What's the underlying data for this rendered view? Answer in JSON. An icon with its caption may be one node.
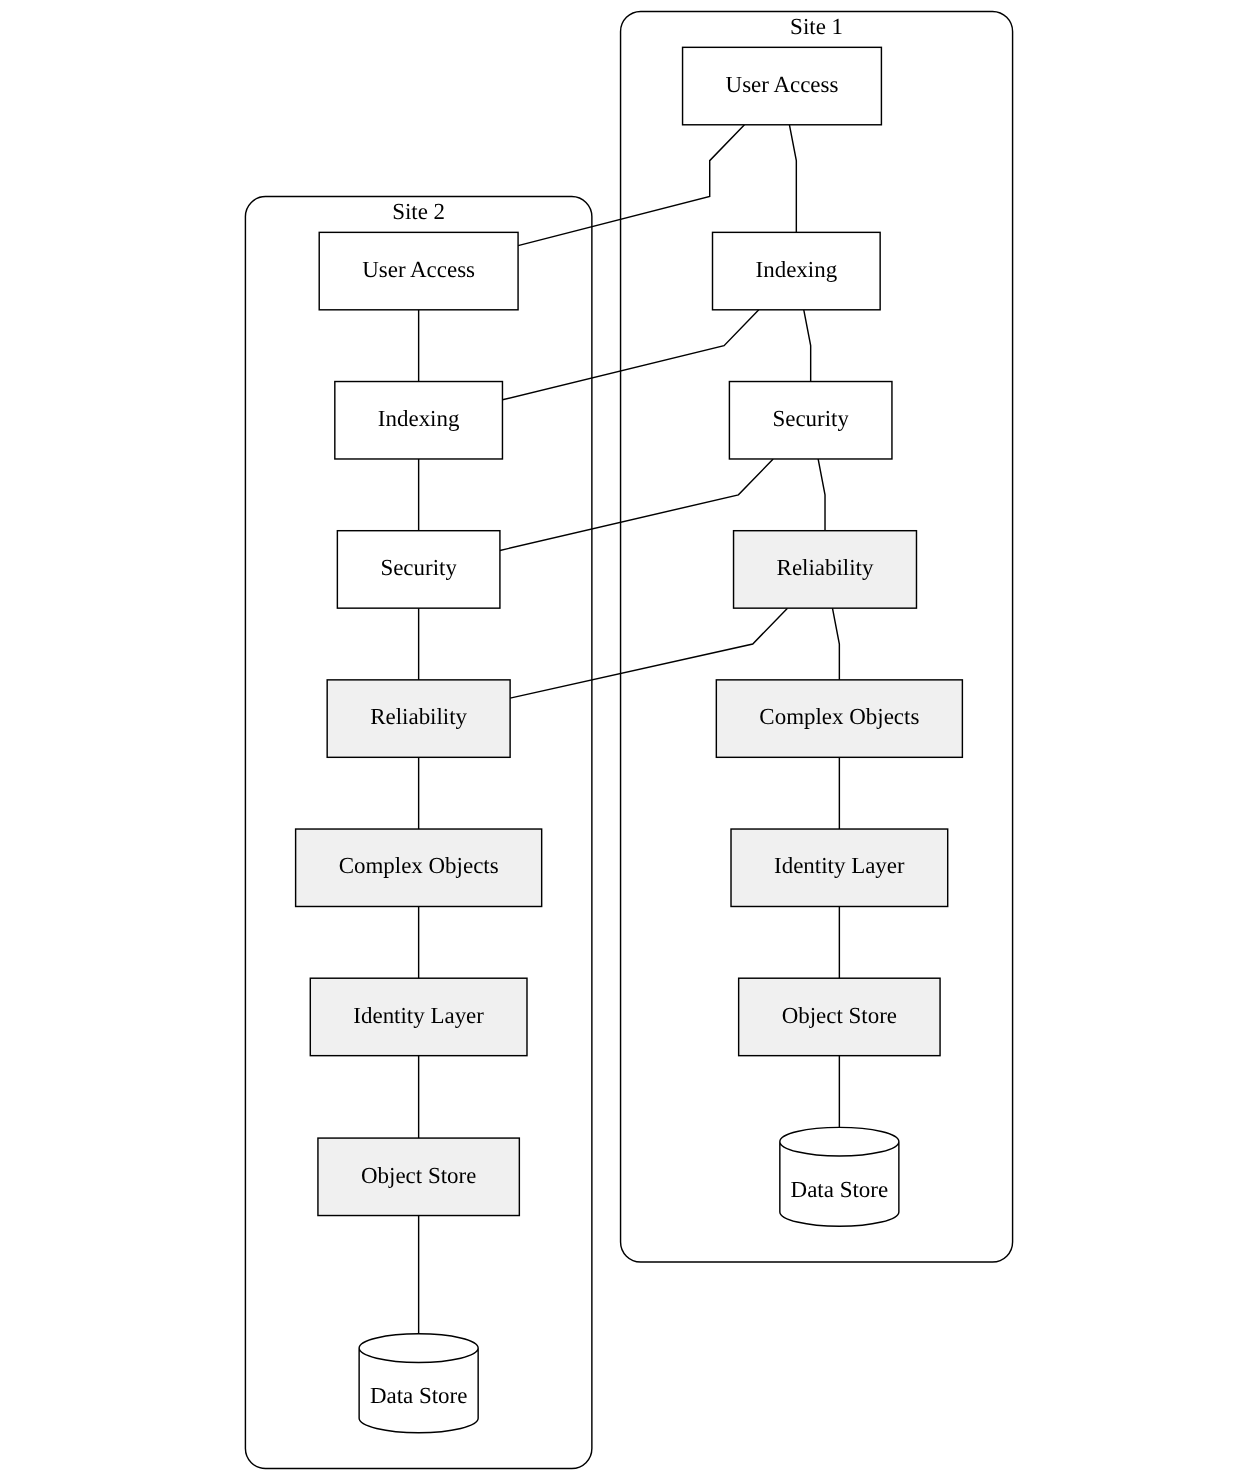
{
  "diagram": {
    "nodes": [
      {
        "text": [
          "Site 1"
        ]
      },
      {
        "text": [
          "User Access"
        ],
        "in": 0
      },
      {
        "text": [
          "Indexing"
        ],
        "in": 0
      },
      {
        "text": [
          "Security"
        ],
        "in": 0
      },
      {
        "text": [
          "Reliability"
        ],
        "in": 0
      },
      {
        "text": [
          "Complex Objects"
        ],
        "in": 0
      },
      {
        "text": [
          "Identity Layer"
        ],
        "in": 0
      },
      {
        "text": [
          "Object Store"
        ],
        "in": 0
      },
      {
        "text": [
          "Data Store"
        ],
        "in": 0
      },
      {
        "text": [
          "Site 2"
        ]
      },
      {
        "text": [
          "User Access"
        ],
        "in": 9
      },
      {
        "text": [
          "Indexing"
        ],
        "in": 9
      },
      {
        "text": [
          "Security"
        ],
        "in": 9
      },
      {
        "text": [
          "Reliability"
        ],
        "in": 9
      },
      {
        "text": [
          "Complex Objects"
        ],
        "in": 9
      },
      {
        "text": [
          "Identity Layer"
        ],
        "in": 9
      },
      {
        "text": [
          "Object Store"
        ],
        "in": 9
      },
      {
        "text": [
          "Data Store"
        ],
        "in": 9
      }
    ],
    "edges": [
      {
        "from": 1,
        "to": 2,
        "arrow": "none"
      },
      {
        "from": 2,
        "to": 3,
        "arrow": "none"
      },
      {
        "from": 3,
        "to": 4,
        "arrow": "none"
      },
      {
        "from": 4,
        "to": 5,
        "arrow": "none"
      },
      {
        "from": 5,
        "to": 6,
        "arrow": "none"
      },
      {
        "from": 6,
        "to": 7,
        "arrow": "none"
      },
      {
        "from": 7,
        "to": 8,
        "arrow": "none"
      },
      {
        "from": 10,
        "to": 11,
        "arrow": "none"
      },
      {
        "from": 11,
        "to": 12,
        "arrow": "none"
      },
      {
        "from": 12,
        "to": 13,
        "arrow": "none"
      },
      {
        "from": 13,
        "to": 14,
        "arrow": "none"
      },
      {
        "from": 14,
        "to": 15,
        "arrow": "none"
      },
      {
        "from": 15,
        "to": 16,
        "arrow": "none"
      },
      {
        "from": 16,
        "to": 17,
        "arrow": "none"
      },
      {
        "from": 1,
        "to": 10,
        "arrow": "none"
      },
      {
        "from": 2,
        "to": 11,
        "arrow": "none"
      },
      {
        "from": 3,
        "to": 12,
        "arrow": "none"
      },
      {
        "from": 4,
        "to": 13,
        "arrow": "none"
      }
    ]
  }
}
